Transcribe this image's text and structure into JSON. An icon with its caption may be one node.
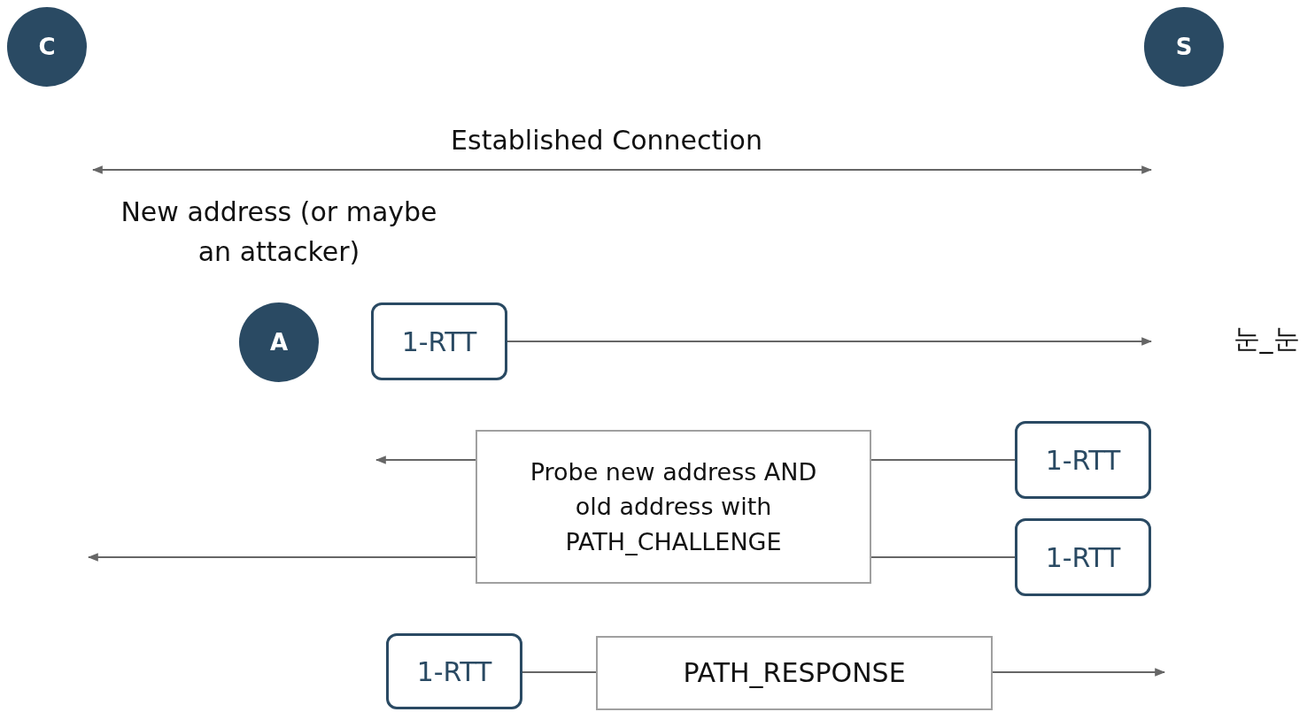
{
  "diagram": {
    "nodes": [
      {
        "text": [
          "C"
        ]
      },
      {
        "text": [
          "S"
        ]
      },
      {
        "text": [
          "A"
        ],
        "beside": [
          "New address (or maybe an attacker)"
        ]
      },
      {
        "text": [
          "1-RTT"
        ]
      },
      {
        "text": [
          "1-RTT"
        ]
      },
      {
        "text": [
          "1-RTT"
        ]
      },
      {
        "text": [
          "Probe new address AND old address with PATH_CHALLENGE"
        ]
      },
      {
        "text": [
          "1-RTT"
        ]
      },
      {
        "text": [
          "PATH_RESPONSE"
        ]
      }
    ],
    "edges": [
      {
        "from": 3,
        "to": null,
        "arrow": "to"
      },
      {
        "from": 4,
        "to": 6,
        "arrow": "none"
      },
      {
        "from": 6,
        "to": null,
        "arrow": "to"
      },
      {
        "from": 5,
        "to": 6,
        "arrow": "none"
      },
      {
        "from": 6,
        "to": null,
        "arrow": "to"
      },
      {
        "from": 7,
        "to": 8,
        "arrow": "none"
      },
      {
        "from": 8,
        "to": null,
        "arrow": "to"
      }
    ],
    "labels": [
      "Established Connection",
      "눈_눈"
    ]
  }
}
